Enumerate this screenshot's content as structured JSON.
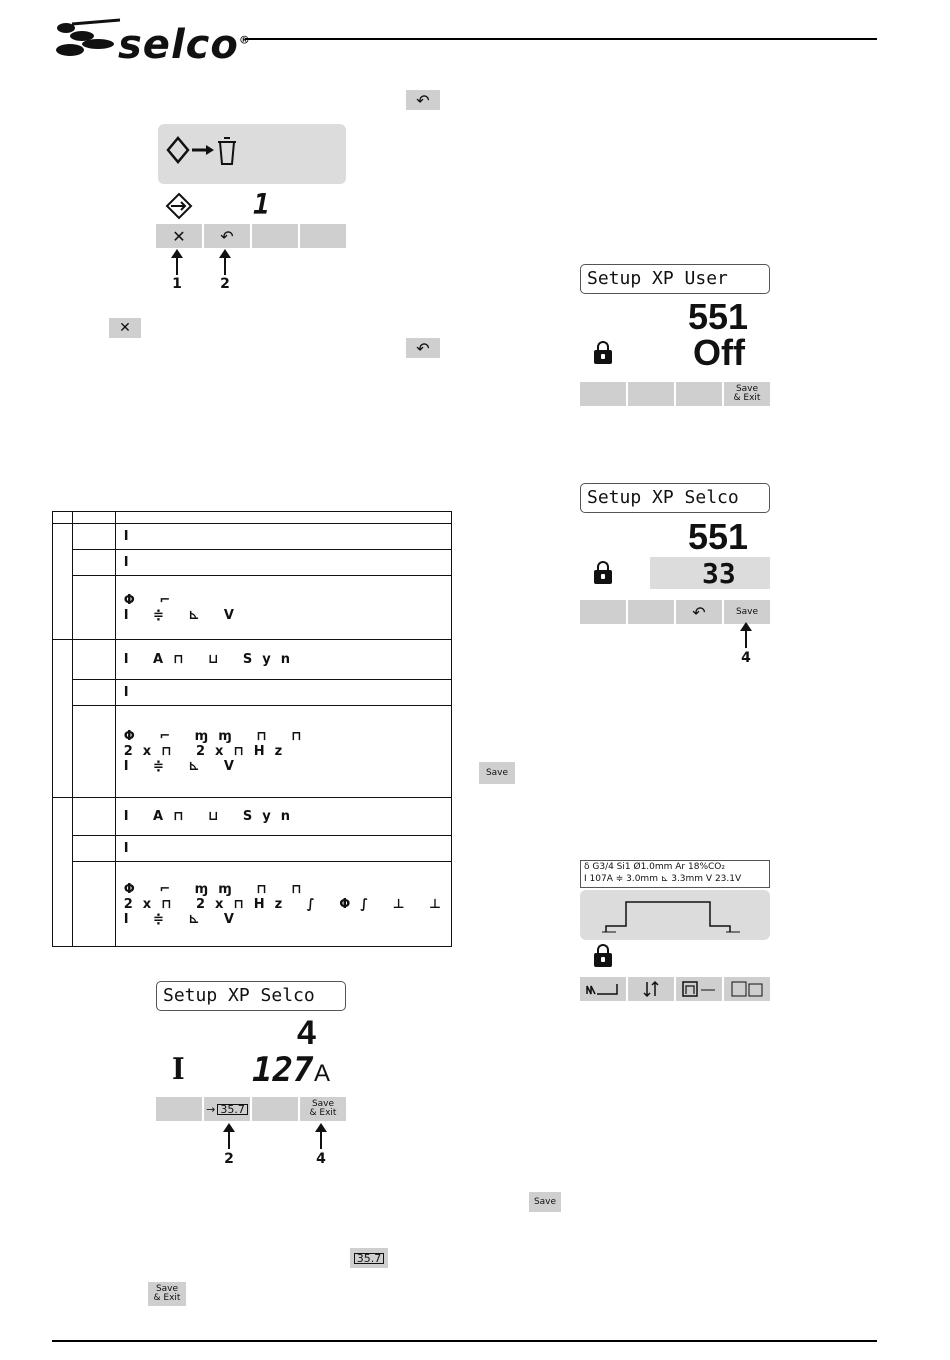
{
  "brand": {
    "name": "selco",
    "mark": "®"
  },
  "icons": {
    "back": "↶",
    "cancel": "✕"
  },
  "diagram1": {
    "program_number": "1",
    "callouts": [
      "1",
      "2"
    ]
  },
  "setup_user": {
    "title": "Setup  XP  User",
    "value_top": "551",
    "value_bottom": "Off",
    "save_exit": "Save\n& Exit"
  },
  "setup_selco": {
    "title": "Setup  XP  Selco",
    "value_top": "551",
    "value_bottom": "33",
    "save_label": "Save",
    "callout": "4"
  },
  "setup_selco_current": {
    "title": "Setup  XP  Selco",
    "value_top": "4",
    "param_symbol": "I",
    "current_value": "127",
    "current_unit": "A",
    "key2_value": "35.7",
    "save_exit": "Save\n& Exit",
    "callouts": [
      "2",
      "4"
    ]
  },
  "welding_screen": {
    "line1": "δ G3/4 Si1   Ø1.0mm   Ar 18%CO₂",
    "line2": "I 107A  ≑  3.0mm  ⊾ 3.3mm  V 23.1V"
  },
  "inline_chips": {
    "save": "Save",
    "value": "35.7",
    "save_exit": "Save\n& Exit"
  },
  "table": {
    "rows": [
      [
        "I"
      ],
      [
        "I"
      ],
      [
        "Φ  ⌐",
        "I  ≑  ⊾  V"
      ],
      [
        "I  A⊓  ⊔  Syn"
      ],
      [
        "I"
      ],
      [
        "Φ  ⌐  ɱɱ  ⊓  ⊓",
        "2x⊓  2x⊓Hz",
        "I  ≑  ⊾  V"
      ],
      [
        "I  A⊓  ⊔  Syn"
      ],
      [
        "I"
      ],
      [
        "Φ  ⌐  ɱɱ  ⊓  ⊓",
        "2x⊓  2x⊓Hz  ∫  Φ∫  ⊥  ⊥",
        "I  ≑  ⊾  V"
      ]
    ]
  }
}
